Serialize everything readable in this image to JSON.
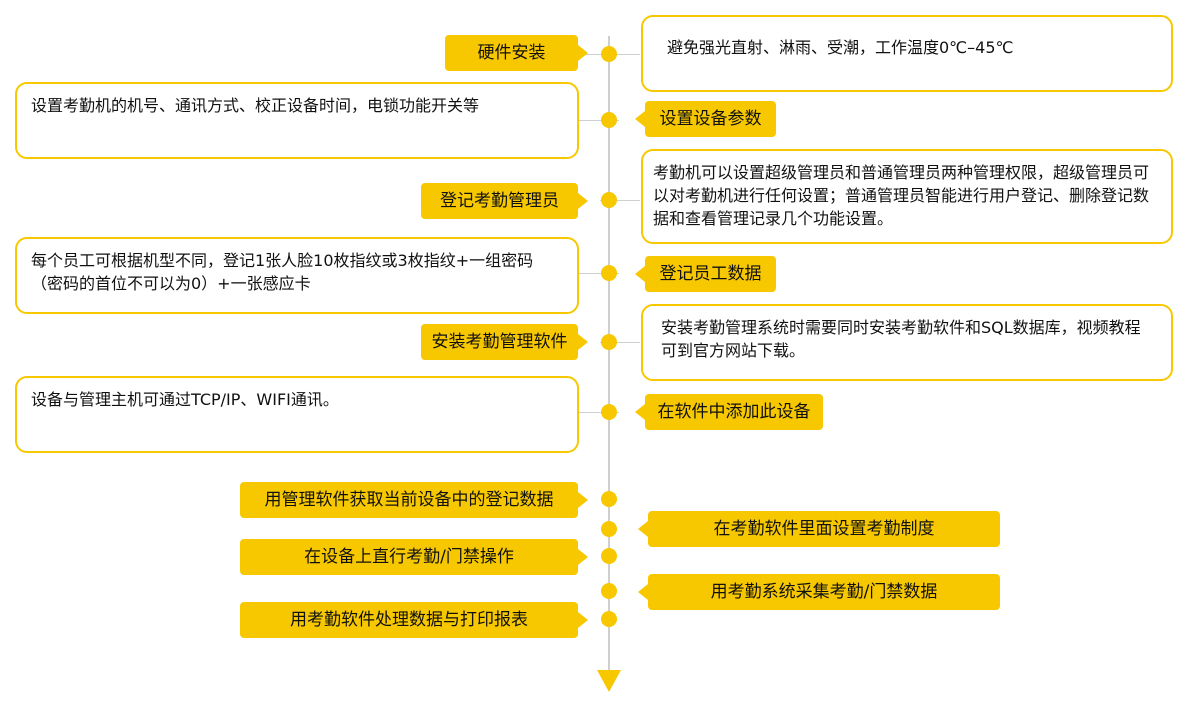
{
  "steps": [
    {
      "label": "硬件安装"
    },
    {
      "label": "设置设备参数"
    },
    {
      "label": "登记考勤管理员"
    },
    {
      "label": "登记员工数据"
    },
    {
      "label": "安装考勤管理软件"
    },
    {
      "label": "在软件中添加此设备"
    },
    {
      "label": "用管理软件获取当前设备中的登记数据"
    },
    {
      "label": "在考勤软件里面设置考勤制度"
    },
    {
      "label": "在设备上直行考勤/门禁操作"
    },
    {
      "label": "用考勤系统采集考勤/门禁数据"
    },
    {
      "label": "用考勤软件处理数据与打印报表"
    }
  ],
  "notes": [
    {
      "text": "避免强光直射、淋雨、受潮，工作温度0℃–45℃"
    },
    {
      "text": "设置考勤机的机号、通讯方式、校正设备时间，电锁功能开关等"
    },
    {
      "text": "考勤机可以设置超级管理员和普通管理员两种管理权限，超级管理员可以对考勤机进行任何设置；普通管理员智能进行用户登记、删除登记数据和查看管理记录几个功能设置。"
    },
    {
      "text": "每个员工可根据机型不同，登记1张人脸10枚指纹或3枚指纹+一组密码（密码的首位不可以为0）+一张感应卡"
    },
    {
      "text": "安装考勤管理系统时需要同时安装考勤软件和SQL数据库，视频教程可到官方网站下载。"
    },
    {
      "text": "设备与管理主机可通过TCP/IP、WIFI通讯。"
    }
  ],
  "colors": {
    "accent": "#f7c800",
    "line": "#cfcfcf",
    "text": "#111111"
  }
}
